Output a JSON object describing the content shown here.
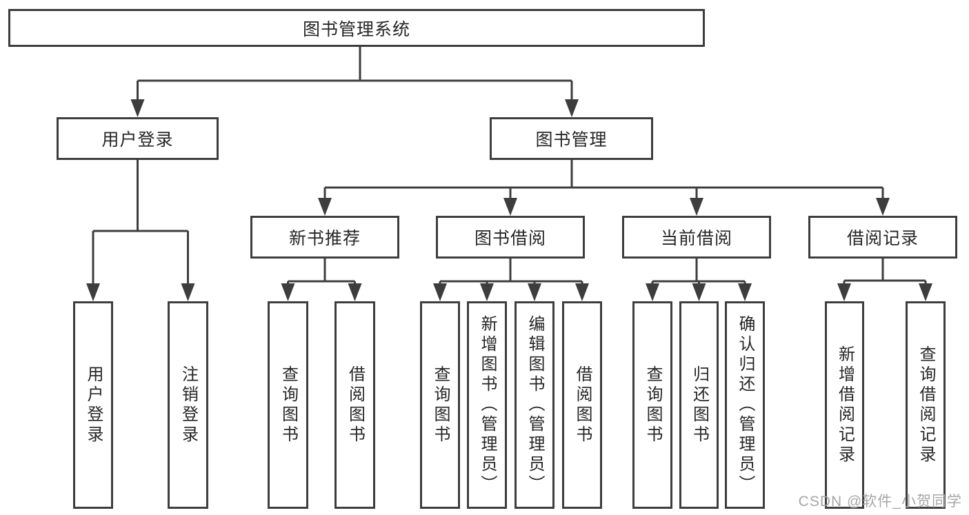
{
  "diagram": {
    "root": {
      "label": "图书管理系统"
    },
    "branches": [
      {
        "label": "用户登录",
        "leaves": [
          "用户登录",
          "注销登录"
        ]
      },
      {
        "label": "图书管理",
        "groups": [
          {
            "label": "新书推荐",
            "leaves": [
              "查询图书",
              "借阅图书"
            ]
          },
          {
            "label": "图书借阅",
            "leaves": [
              "查询图书",
              "新增图书（管理员）",
              "编辑图书（管理员）",
              "借阅图书"
            ]
          },
          {
            "label": "当前借阅",
            "leaves": [
              "查询图书",
              "归还图书",
              "确认归还（管理员）"
            ]
          },
          {
            "label": "借阅记录",
            "leaves": [
              "新增借阅记录",
              "查询借阅记录"
            ]
          }
        ]
      }
    ]
  },
  "watermark": {
    "text": "CSDN @软件_小贺同学"
  },
  "colors": {
    "line": "#3d3d3d",
    "node_text": "#262626",
    "watermark_text": "#a6a6a6",
    "background": "#ffffff"
  }
}
